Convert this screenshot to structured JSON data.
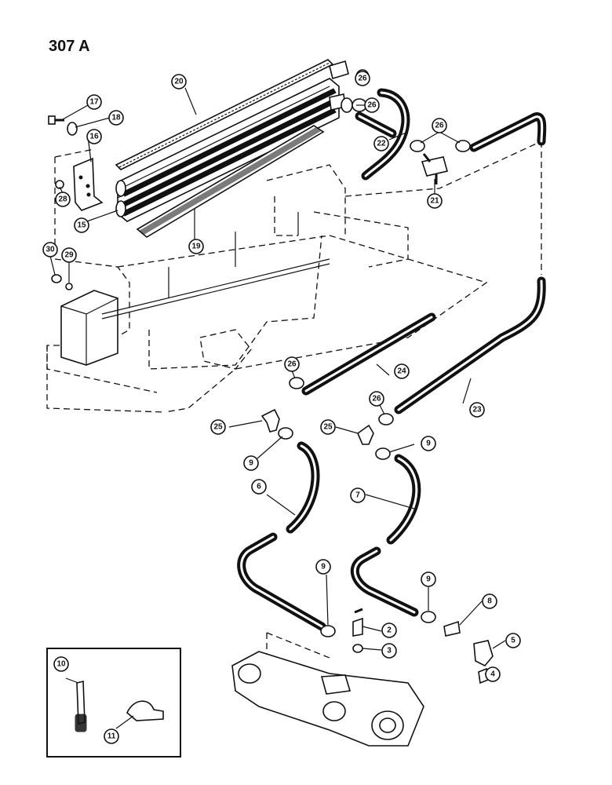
{
  "page": {
    "number": "307 A"
  },
  "callouts": [
    "20",
    "17",
    "18",
    "16",
    "28",
    "15",
    "19",
    "26",
    "26",
    "22",
    "26",
    "21",
    "30",
    "29",
    "26",
    "24",
    "23",
    "26",
    "25",
    "25",
    "9",
    "9",
    "6",
    "7",
    "9",
    "9",
    "8",
    "2",
    "3",
    "5",
    "4",
    "10",
    "11"
  ]
}
